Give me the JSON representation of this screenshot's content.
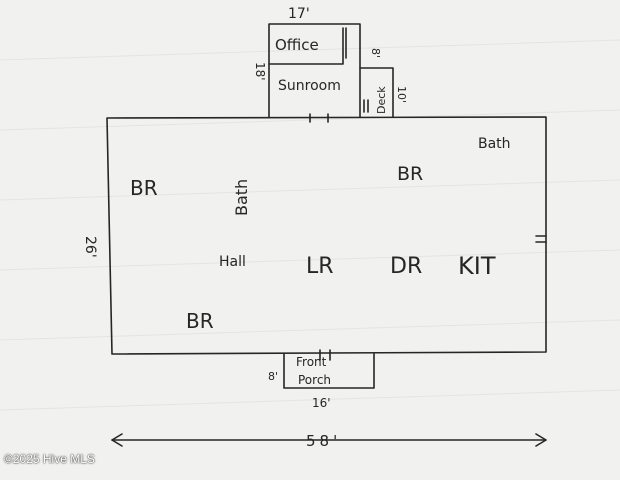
{
  "floor_plan": {
    "rooms": {
      "office": "Office",
      "sunroom": "Sunroom",
      "deck": "Deck",
      "bath_top": "Bath",
      "br_top": "BR",
      "br_left": "BR",
      "bath_left": "Bath",
      "hall": "Hall",
      "lr": "LR",
      "dr": "DR",
      "kit": "KIT",
      "br_bottom": "BR",
      "porch_line1": "Front",
      "porch_line2": "Porch"
    },
    "dimensions": {
      "sunroom_width": "17'",
      "sunroom_depth": "18'",
      "deck_width": "8'",
      "deck_depth": "10'",
      "house_depth": "26'",
      "porch_depth": "8'",
      "porch_width": "16'",
      "house_width": "58'"
    }
  },
  "copyright": "©2025 Hive MLS",
  "colors": {
    "ink": "#262626",
    "paper": "#f1f1ef"
  }
}
